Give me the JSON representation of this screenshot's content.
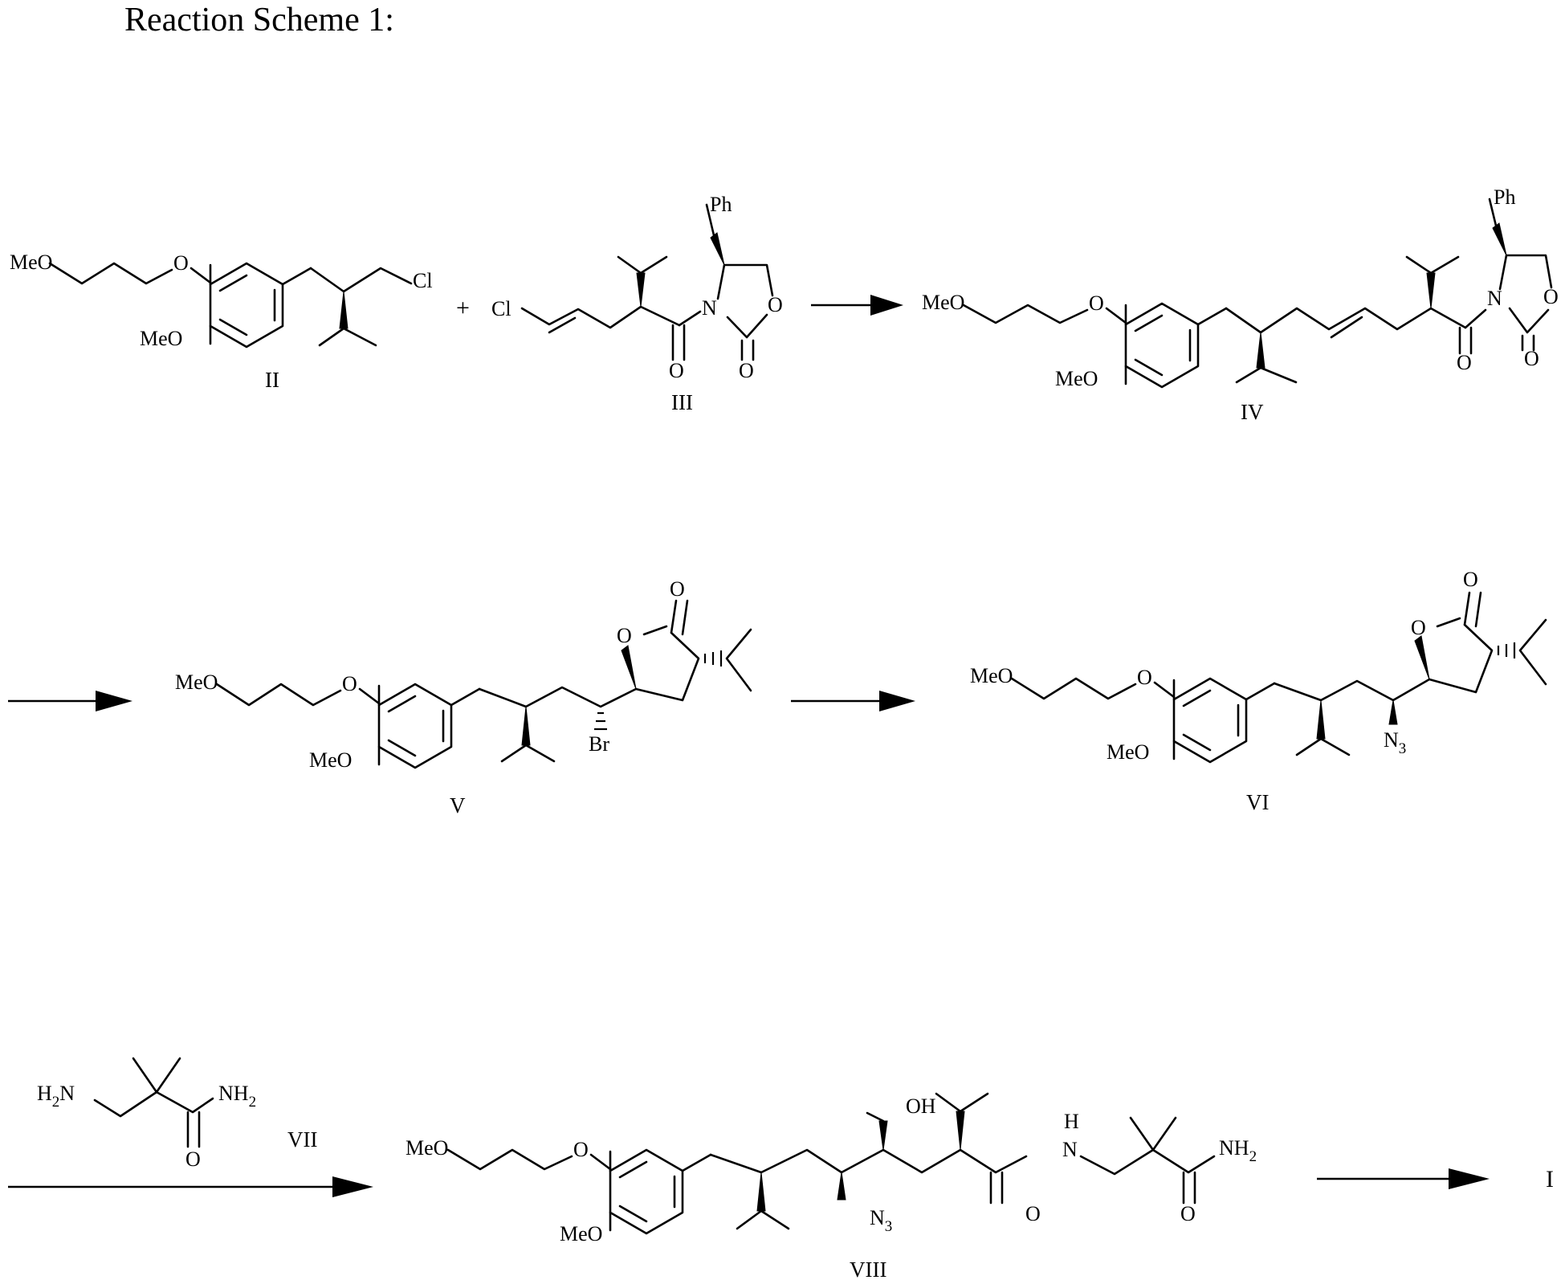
{
  "title": "Reaction Scheme 1:",
  "operators": {
    "plus": "+"
  },
  "atoms": {
    "methoxy": "MeO",
    "oxygen": "O",
    "chlorine": "Cl",
    "phenyl": "Ph",
    "nitrogen": "N",
    "bromine": "Br",
    "azide_base": "N",
    "azide_sub": "3",
    "hydroxyl": "OH",
    "nh_hydrogen": "H",
    "amine_hydrogen": "H",
    "amine_sub": "2",
    "amine_nitrogen": "N",
    "amide_base": "NH",
    "amide_sub": "2"
  },
  "compounds": {
    "c2": "II",
    "c3": "III",
    "c4": "IV",
    "c5": "V",
    "c6": "VI",
    "c7": "VII",
    "c8": "VIII",
    "final": "I"
  }
}
